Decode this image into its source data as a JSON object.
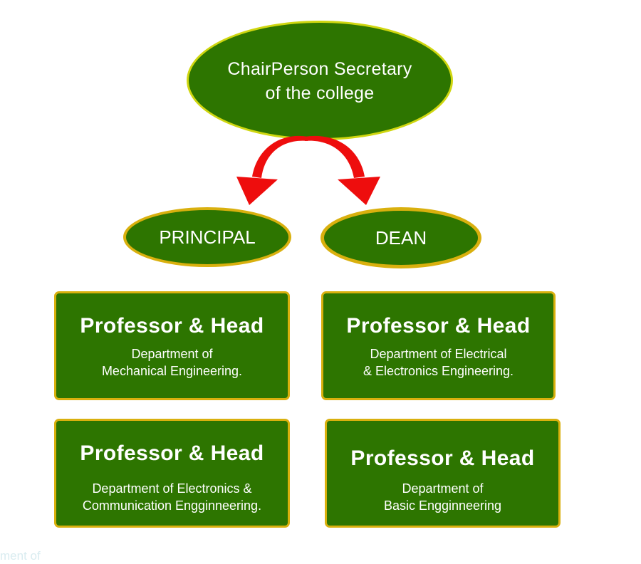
{
  "top_node": {
    "line1": "ChairPerson Secretary",
    "line2": "of the college"
  },
  "principal": {
    "label": "PRINCIPAL"
  },
  "dean": {
    "label": "DEAN"
  },
  "boxes": [
    {
      "title": "Professor & Head",
      "line1": "Department of",
      "line2": "Mechanical Engineering."
    },
    {
      "title": "Professor & Head",
      "line1": "Department of Electrical",
      "line2": "& Electronics Engineering."
    },
    {
      "title": "Professor & Head",
      "line1": "Department of Electronics &",
      "line2": "Communication Engginneering."
    },
    {
      "title": "Professor & Head",
      "line1": "Department of",
      "line2": "Basic Engginneering"
    }
  ],
  "faded_text": "ment of",
  "colors": {
    "node_fill": "#2d7500",
    "top_border": "#cfd610",
    "node_border": "#d9b00e",
    "arrow": "#ee0d0d"
  }
}
